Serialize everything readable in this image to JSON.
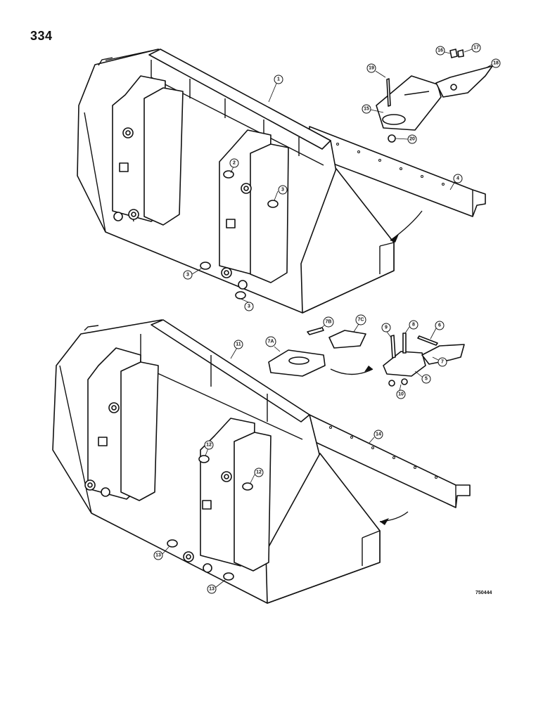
{
  "page": {
    "number": "334",
    "figure_code": "750444"
  },
  "callouts": {
    "c1": "1",
    "c2": "2",
    "c3a": "3",
    "c3b": "3",
    "c3c": "3",
    "c4": "4",
    "c15": "15",
    "c16": "16",
    "c17": "17",
    "c18": "18",
    "c19": "19",
    "c20": "20",
    "c11": "11",
    "c12a": "12",
    "c12b": "12",
    "c13a": "13",
    "c13b": "13",
    "c14": "14",
    "c7a": "7A",
    "c7b": "7B",
    "c7c": "7C",
    "c9": "9",
    "c8": "8",
    "c6": "6",
    "c7": "7",
    "c5": "5",
    "c10": "10"
  }
}
